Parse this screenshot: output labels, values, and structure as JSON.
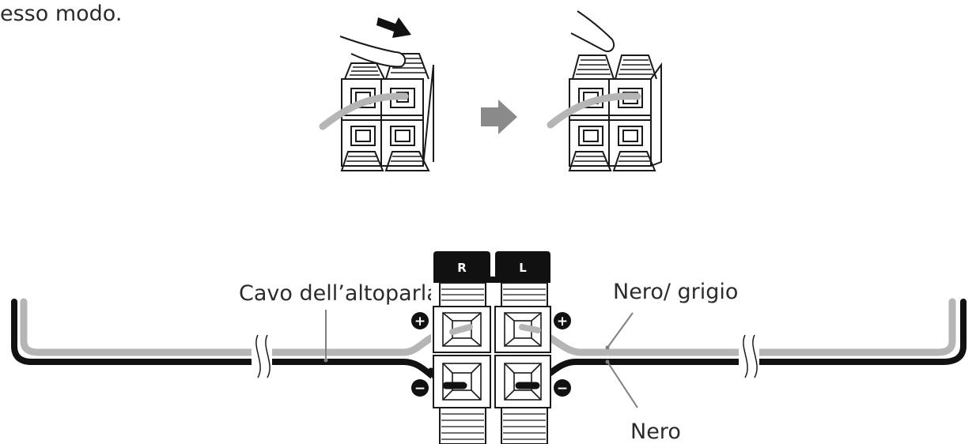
{
  "intro_text": "esso modo.",
  "colors": {
    "wire_dark": "#111111",
    "wire_light": "#b5b5b5",
    "arrow": "#8a8a8a",
    "line": "#1a1a1a",
    "leader": "#808080"
  },
  "terminal": {
    "right_channel": "R",
    "left_channel": "L",
    "plus_symbol": "+",
    "minus_symbol": "−"
  },
  "labels": {
    "speaker_cable": "Cavo dell’altoparlante",
    "black_grey": "Nero/ grigio",
    "black": "Nero"
  },
  "icons": [
    "finger-icon",
    "push-arrow-icon",
    "step-arrow-icon",
    "plus-sign-icon",
    "minus-sign-icon",
    "wire-break-icon"
  ]
}
